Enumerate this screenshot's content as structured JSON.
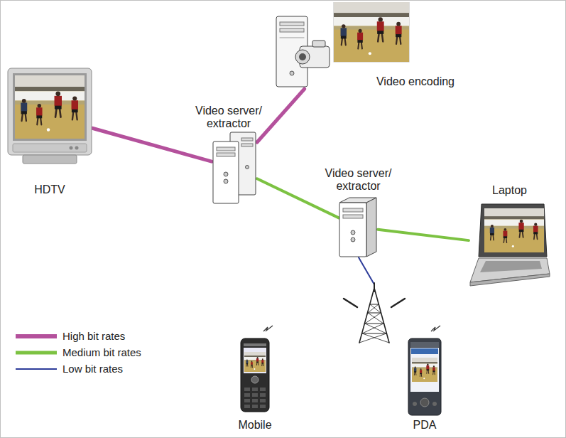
{
  "diagram": {
    "nodes": [
      {
        "text": [
          "Video encoding"
        ]
      },
      {
        "text": [
          "HDTV"
        ]
      },
      {
        "text": [
          "Video server/ extractor"
        ]
      },
      {
        "text": [
          "Video server/ extractor"
        ]
      },
      {
        "text": [
          "Laptop"
        ]
      },
      {
        "text": [
          "Mobile"
        ]
      },
      {
        "text": [
          "PDA"
        ]
      }
    ],
    "edges": [
      {
        "from": 0,
        "to": 2,
        "arrow": "none"
      },
      {
        "from": 1,
        "to": 2,
        "arrow": "none"
      },
      {
        "from": 2,
        "to": 3,
        "arrow": "none"
      },
      {
        "from": 3,
        "to": 4,
        "arrow": "none"
      }
    ],
    "legend": [
      {
        "text": "High bit rates"
      },
      {
        "text": "Medium bit rates"
      },
      {
        "text": "Low bit rates"
      }
    ]
  }
}
